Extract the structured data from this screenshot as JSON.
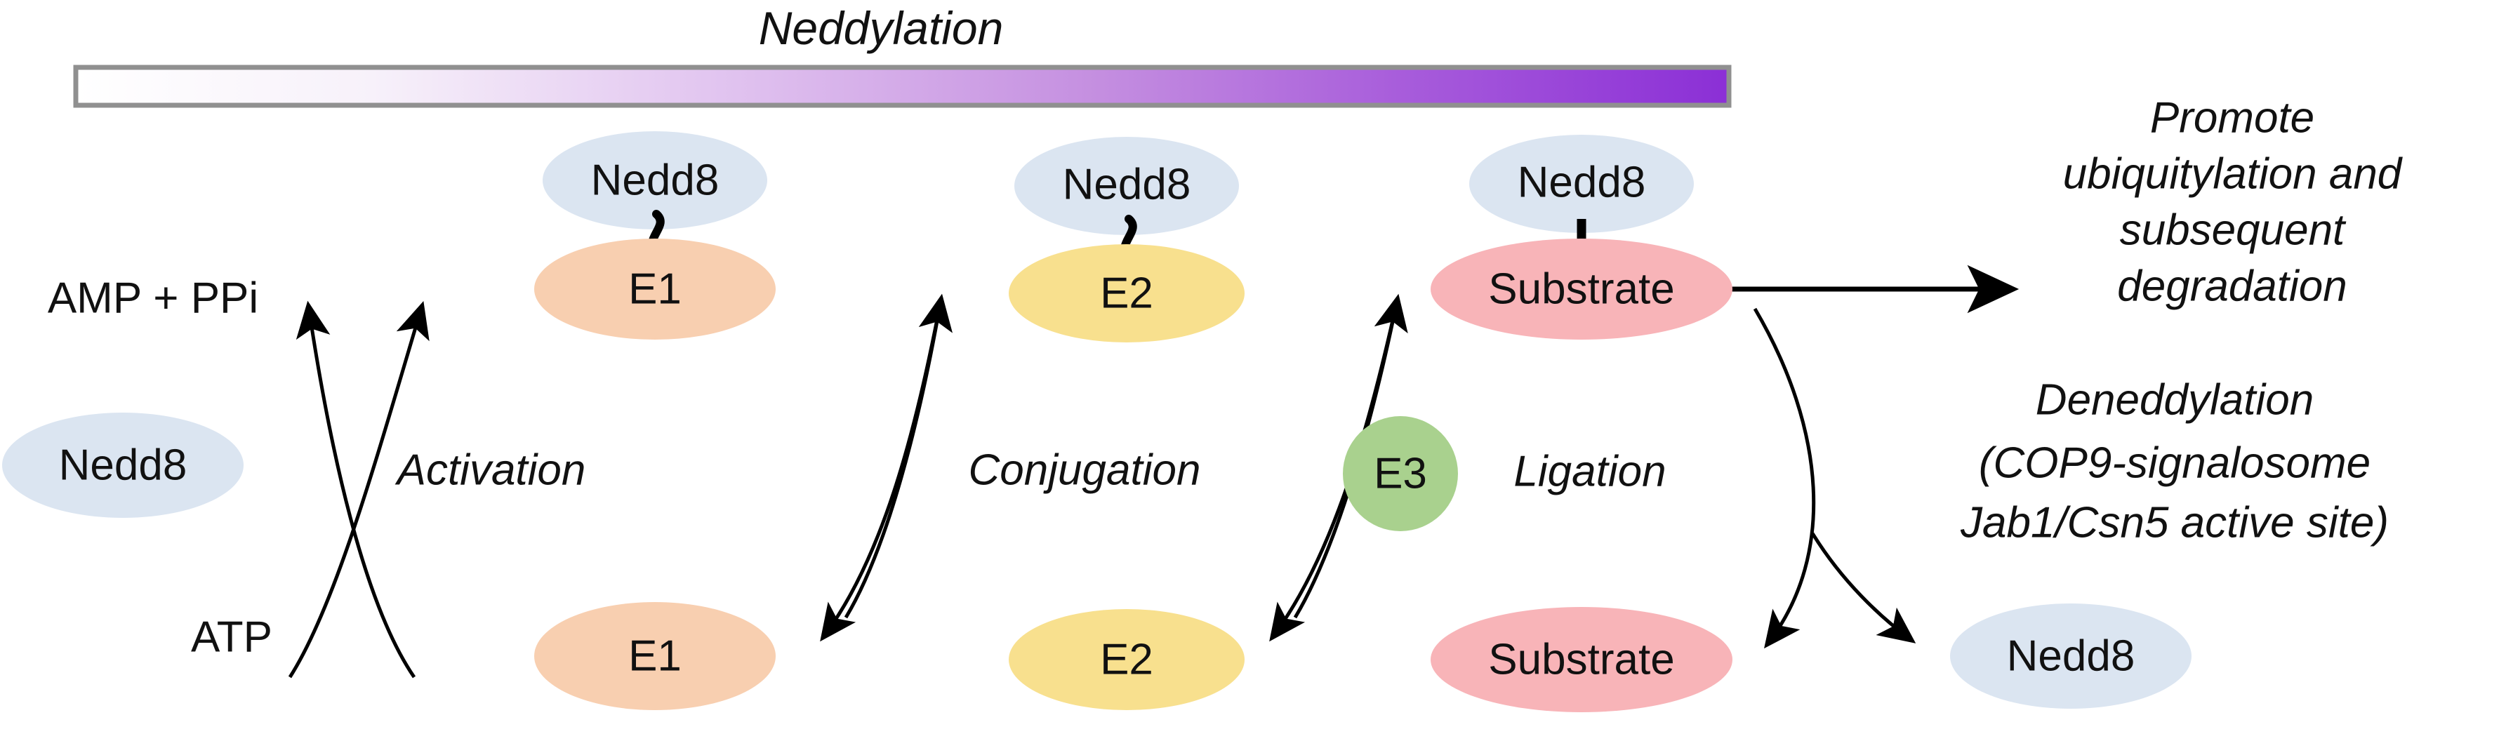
{
  "title": "Neddylation",
  "gradient": {
    "from": "#ffffff",
    "to": "#8b2fd6",
    "border": "#909090"
  },
  "palette": {
    "nedd8": "#dbe5f1",
    "e1": "#f8cfb0",
    "e2": "#f8e08e",
    "e3": "#a9d18e",
    "substrate": "#f8b4b8",
    "stroke": "#000000"
  },
  "nodes": {
    "nedd8_top_e1": "Nedd8",
    "e1_top": "E1",
    "nedd8_top_e2": "Nedd8",
    "e2_top": "E2",
    "nedd8_top_substrate": "Nedd8",
    "substrate_top": "Substrate",
    "e1_bottom": "E1",
    "e2_bottom": "E2",
    "substrate_bottom": "Substrate",
    "nedd8_free_left": "Nedd8",
    "nedd8_free_right": "Nedd8",
    "e3": "E3"
  },
  "reactants": {
    "amp_ppi": "AMP + PPi",
    "atp": "ATP"
  },
  "steps": {
    "activation": "Activation",
    "conjugation": "Conjugation",
    "ligation": "Ligation"
  },
  "outcomes": {
    "promote": [
      "Promote",
      "ubiquitylation and",
      "subsequent",
      "degradation"
    ],
    "deneddylation": [
      "Deneddylation",
      "(COP9-signalosome",
      "Jab1/Csn5 active site)"
    ]
  }
}
